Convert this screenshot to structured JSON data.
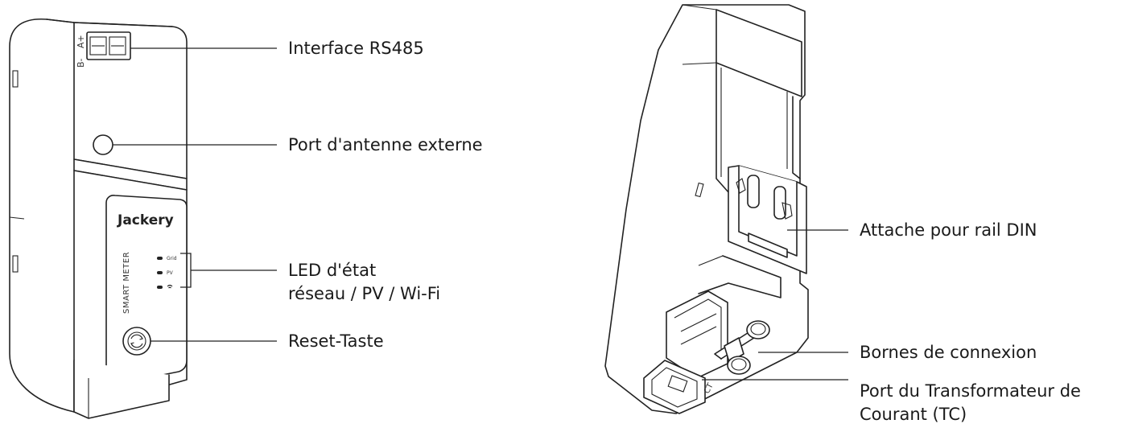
{
  "device": {
    "brand": "Jackery",
    "model_label": "SMART METER",
    "rs485_terminal_labels": [
      "B-",
      "A+"
    ],
    "led_labels": [
      "Grid",
      "PV"
    ],
    "ct_label": "CT"
  },
  "callouts": {
    "rs485": "Interface RS485",
    "antenna": "Port d'antenne externe",
    "led_line1": "LED d'état",
    "led_line2": "réseau / PV / Wi-Fi",
    "reset": "Reset-Taste",
    "din": "Attache pour rail DIN",
    "terminals": "Bornes de connexion",
    "ct_line1": "Port du Transformateur de",
    "ct_line2": "Courant (TC)"
  }
}
